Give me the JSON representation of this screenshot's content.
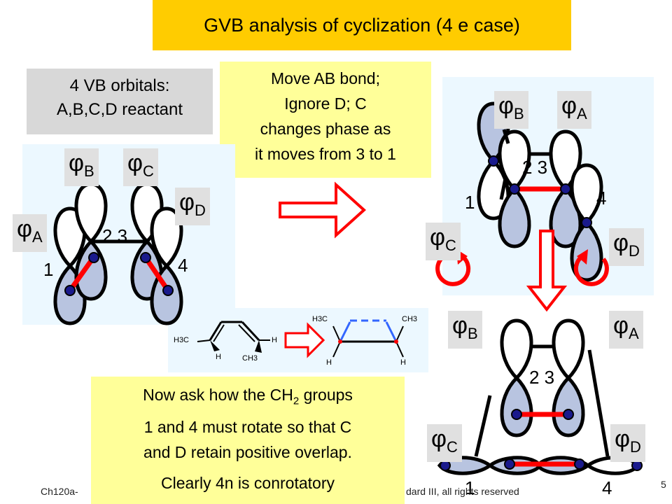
{
  "title": "GVB analysis of cyclization (4 e case)",
  "note_vb": [
    "4 VB orbitals:",
    "A,B,C,D reactant"
  ],
  "note_move": [
    "Move AB bond;",
    "Ignore D; C",
    "changes phase as",
    "it moves from 3 to 1"
  ],
  "note_rotate": [
    "Now ask how the CH",
    "2",
    " groups",
    "1 and 4 must rotate so that C",
    "and D retain positive overlap."
  ],
  "conclusion": "Clearly 4n is conrotatory",
  "orbital_symbol": "φ",
  "subs": {
    "A": "A",
    "B": "B",
    "C": "C",
    "D": "D"
  },
  "numbers": {
    "one": "1",
    "two_three": "2 3",
    "four": "4"
  },
  "molecule": {
    "h3c": "H3C",
    "ch3": "CH3",
    "h": "H"
  },
  "footer": {
    "left": "Ch120a-",
    "right": "dard III, all rights reserved",
    "page": "5"
  },
  "colors": {
    "title_bg": "#ffcc00",
    "note_bg": "#ffff99",
    "label_bg": "#e0e0e0",
    "lobe": "#b8c4e0",
    "bond": "#ff0000",
    "arrow": "#ff0000"
  }
}
